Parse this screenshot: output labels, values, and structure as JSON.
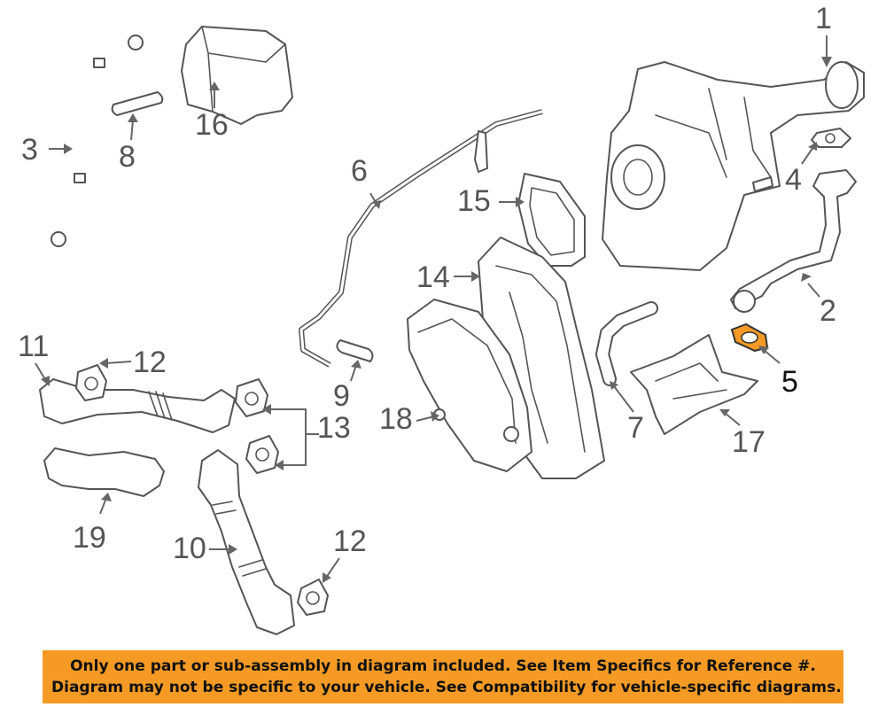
{
  "diagram": {
    "callouts": [
      {
        "id": "1",
        "label": "1"
      },
      {
        "id": "2",
        "label": "2"
      },
      {
        "id": "3",
        "label": "3"
      },
      {
        "id": "4",
        "label": "4"
      },
      {
        "id": "5",
        "label": "5"
      },
      {
        "id": "6",
        "label": "6"
      },
      {
        "id": "7",
        "label": "7"
      },
      {
        "id": "8",
        "label": "8"
      },
      {
        "id": "9",
        "label": "9"
      },
      {
        "id": "10",
        "label": "10"
      },
      {
        "id": "11",
        "label": "11"
      },
      {
        "id": "12a",
        "label": "12"
      },
      {
        "id": "12b",
        "label": "12"
      },
      {
        "id": "13",
        "label": "13"
      },
      {
        "id": "14",
        "label": "14"
      },
      {
        "id": "15",
        "label": "15"
      },
      {
        "id": "16",
        "label": "16"
      },
      {
        "id": "17",
        "label": "17"
      },
      {
        "id": "18",
        "label": "18"
      },
      {
        "id": "19",
        "label": "19"
      }
    ],
    "highlighted_part": "5",
    "colors": {
      "highlight": "#f49a25",
      "line": "#555555",
      "banner": "#f49a25"
    }
  },
  "banner": {
    "line1": "Only one part or sub-assembly in diagram included. See Item Specifics for Reference #.",
    "line2": "Diagram may not be specific to your vehicle. See Compatibility for vehicle-specific diagrams."
  }
}
